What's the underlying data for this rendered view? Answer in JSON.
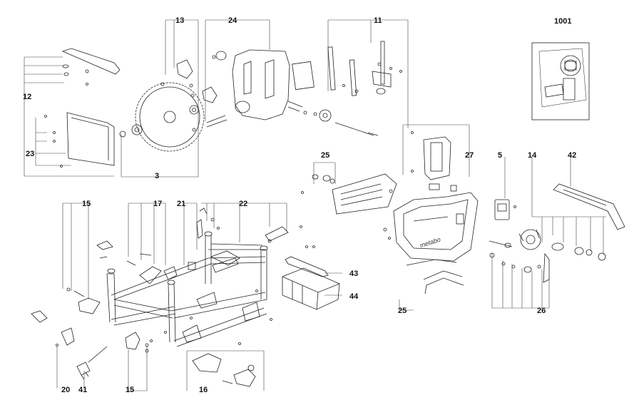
{
  "diagram": {
    "page_code": "1001",
    "callouts": [
      "13",
      "24",
      "11",
      "12",
      "23",
      "3",
      "25",
      "27",
      "5",
      "14",
      "42",
      "15",
      "17",
      "21",
      "22",
      "43",
      "44",
      "26",
      "20",
      "41",
      "16"
    ],
    "brand_text": "metabo"
  }
}
